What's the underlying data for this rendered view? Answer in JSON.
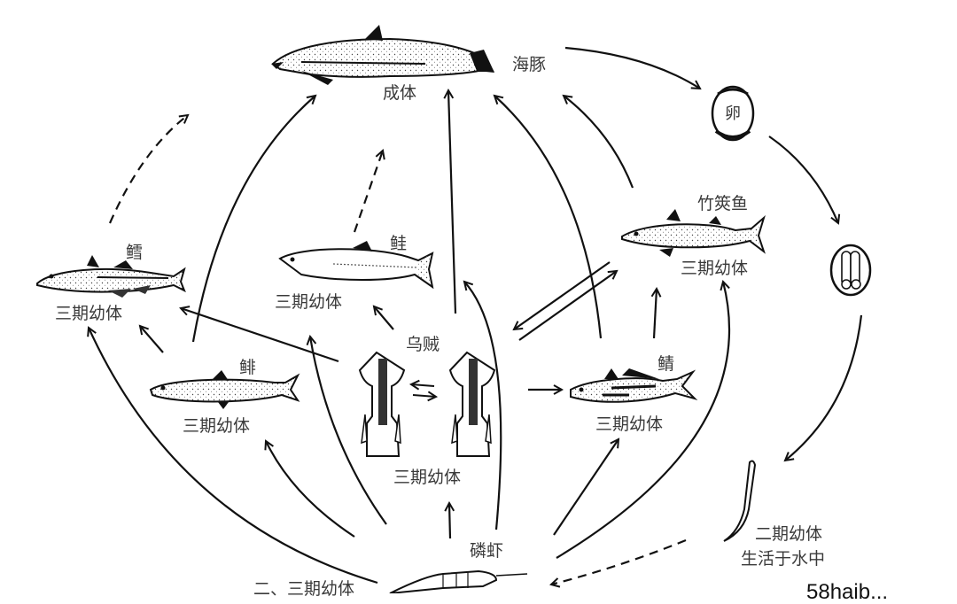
{
  "title": "海豚寄生虫生活史示意图",
  "labels": {
    "dolphin_name": "海豚",
    "dolphin_stage": "成体",
    "egg": "卵",
    "cod_name": "鳕",
    "cod_stage": "三期幼体",
    "salmon_name": "鲑",
    "salmon_stage": "三期幼体",
    "mackerel_name": "竹筴鱼",
    "mackerel_stage": "三期幼体",
    "squid_name": "乌贼",
    "squid_stage": "三期幼体",
    "sardine_name": "鲱",
    "sardine_stage": "三期幼体",
    "horse_mackerel_name": "鲭",
    "horse_mackerel_stage": "三期幼体",
    "krill_name": "磷虾",
    "krill_stage": "二、三期幼体",
    "larva_stage_line1": "二期幼体",
    "larva_stage_line2": "生活于水中",
    "watermark": "58haib..."
  },
  "nodes": [
    {
      "id": "dolphin",
      "label": "海豚 成体"
    },
    {
      "id": "egg",
      "label": "卵"
    },
    {
      "id": "embryo",
      "label": ""
    },
    {
      "id": "larva2",
      "label": "二期幼体 生活于水中"
    },
    {
      "id": "krill",
      "label": "磷虾 二、三期幼体"
    },
    {
      "id": "cod",
      "label": "鳕 三期幼体"
    },
    {
      "id": "salmon",
      "label": "鲑 三期幼体"
    },
    {
      "id": "mackerel",
      "label": "竹筴鱼 三期幼体"
    },
    {
      "id": "squid",
      "label": "乌贼 三期幼体"
    },
    {
      "id": "sardine",
      "label": "鲱 三期幼体"
    },
    {
      "id": "horse_mackerel",
      "label": "鲭 三期幼体"
    }
  ],
  "edges": [
    {
      "from": "dolphin",
      "to": "egg",
      "style": "solid"
    },
    {
      "from": "egg",
      "to": "embryo",
      "style": "solid"
    },
    {
      "from": "embryo",
      "to": "larva2",
      "style": "solid"
    },
    {
      "from": "larva2",
      "to": "krill",
      "style": "dashed"
    },
    {
      "from": "krill",
      "to": "cod",
      "style": "solid"
    },
    {
      "from": "krill",
      "to": "sardine",
      "style": "solid"
    },
    {
      "from": "krill",
      "to": "squid",
      "style": "solid"
    },
    {
      "from": "krill",
      "to": "horse_mackerel",
      "style": "solid"
    },
    {
      "from": "krill",
      "to": "mackerel",
      "style": "solid"
    },
    {
      "from": "krill",
      "to": "salmon",
      "style": "solid"
    },
    {
      "from": "cod",
      "to": "dolphin",
      "style": "dashed"
    },
    {
      "from": "salmon",
      "to": "dolphin",
      "style": "dashed"
    },
    {
      "from": "sardine",
      "to": "cod",
      "style": "solid"
    },
    {
      "from": "sardine",
      "to": "dolphin",
      "style": "solid"
    },
    {
      "from": "squid",
      "to": "cod",
      "style": "solid"
    },
    {
      "from": "squid",
      "to": "salmon",
      "style": "solid"
    },
    {
      "from": "squid",
      "to": "dolphin",
      "style": "solid"
    },
    {
      "from": "squid",
      "to": "squid",
      "style": "solid"
    },
    {
      "from": "squid",
      "to": "horse_mackerel",
      "style": "solid"
    },
    {
      "from": "squid",
      "to": "mackerel",
      "style": "solid"
    },
    {
      "from": "mackerel",
      "to": "squid",
      "style": "solid"
    },
    {
      "from": "horse_mackerel",
      "to": "mackerel",
      "style": "solid"
    },
    {
      "from": "horse_mackerel",
      "to": "dolphin",
      "style": "solid"
    },
    {
      "from": "mackerel",
      "to": "dolphin",
      "style": "solid"
    }
  ]
}
